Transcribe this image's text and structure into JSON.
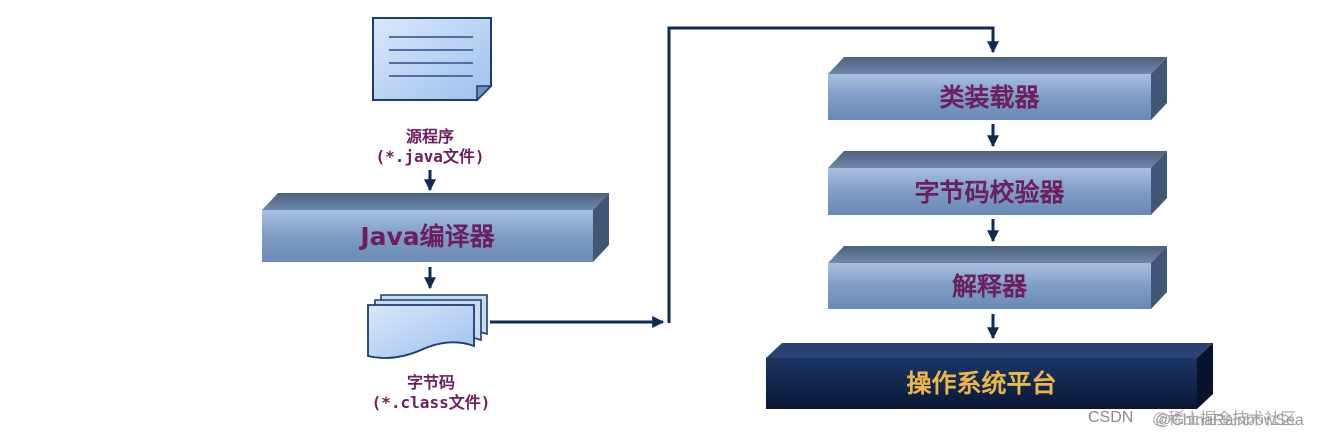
{
  "source_label": {
    "line1": "源程序",
    "line2": "(*.java文件)"
  },
  "compiler_label": "Java编译器",
  "bytecode_label": {
    "line1": "字节码",
    "line2": "(*.class文件)"
  },
  "class_loader_label": "类装载器",
  "verifier_label": "字节码校验器",
  "interpreter_label": "解释器",
  "os_platform_label": "操作系统平台",
  "watermark": {
    "csdn": "CSDN",
    "handle": "@稀土掘金技术社区",
    "overlay": "@ChinaRainbowSea"
  },
  "colors": {
    "block_face": "#7e9dc6",
    "os_face": "#0e2048",
    "text": "#6b1f5c",
    "os_text": "#e9b84a",
    "arrow": "#0f2b52"
  }
}
